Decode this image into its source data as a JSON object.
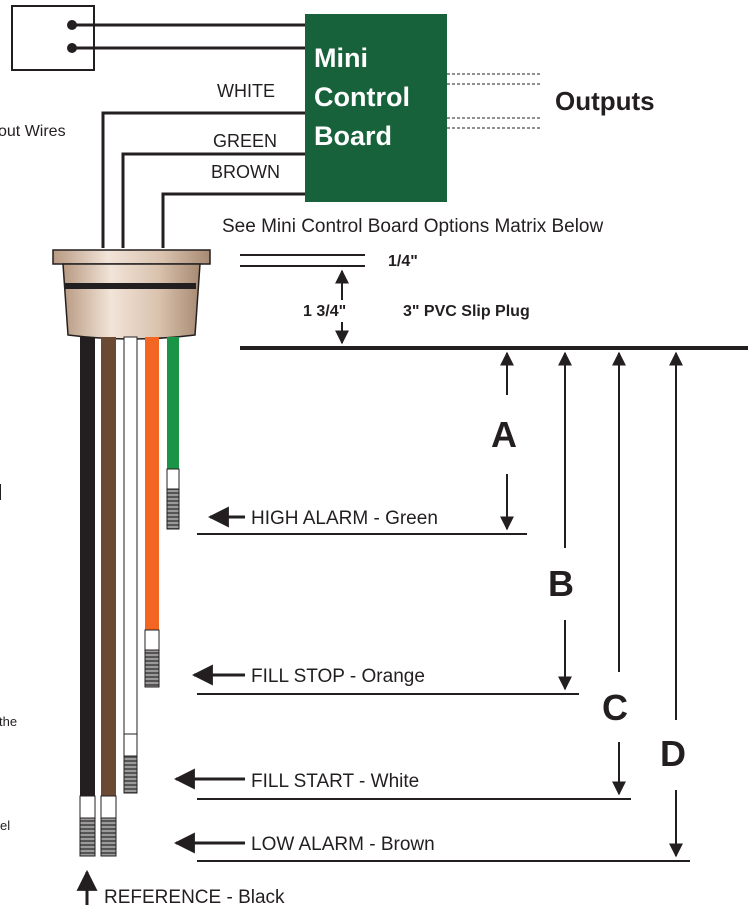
{
  "board": {
    "line1": "Mini",
    "line2": "Control",
    "line3": "Board",
    "color": "#17623a"
  },
  "outputs_label": "Outputs",
  "wires": {
    "white": "WHITE",
    "green": "GREEN",
    "brown": "BROWN",
    "input_partial": "out Wires"
  },
  "options_note": "See Mini Control Board Options Matrix Below",
  "dimensions": {
    "quarter": "1/4\"",
    "one_three_quarter": "1 3/4\"",
    "plug": "3\" PVC Slip Plug"
  },
  "levels": {
    "high_alarm": "HIGH ALARM - Green",
    "fill_stop": "FILL STOP - Orange",
    "fill_start": "FILL START - White",
    "low_alarm": "LOW ALARM - Brown",
    "reference": "REFERENCE - Black"
  },
  "letters": {
    "a": "A",
    "b": "B",
    "c": "C",
    "d": "D"
  },
  "left_fragments": {
    "the": "the",
    "el": "el"
  },
  "probe_colors": {
    "black": "#231f20",
    "brown": "#6b4a33",
    "white": "#ffffff",
    "orange": "#f26522",
    "green": "#1a9447"
  }
}
